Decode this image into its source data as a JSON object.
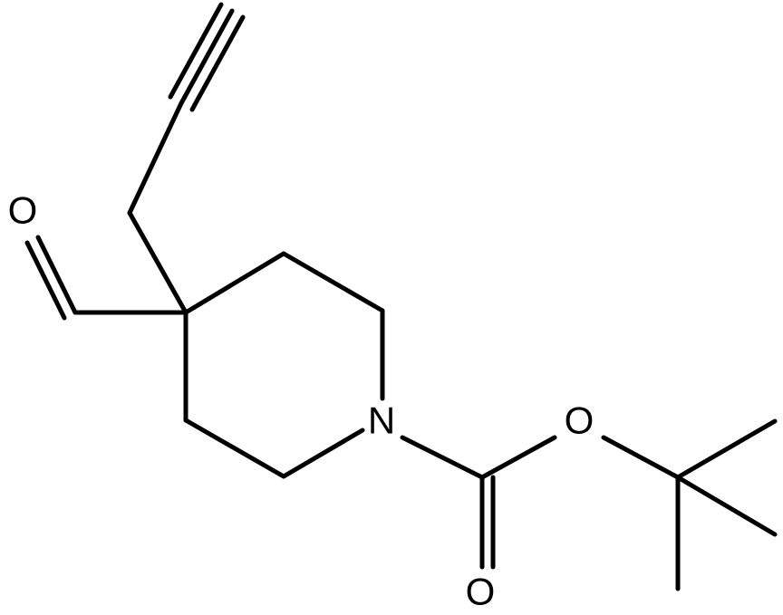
{
  "molecule": {
    "atoms": {
      "n1": "N",
      "o_ester": "O",
      "o_carbonyl": "O",
      "o_aldehyde": "O"
    }
  },
  "colors": {
    "bond": "#000000",
    "background": "#ffffff"
  }
}
